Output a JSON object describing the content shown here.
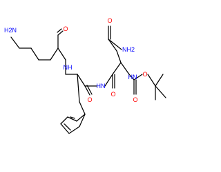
{
  "diagram": {
    "type": "chemical-structure",
    "colors": {
      "bond": "#000000",
      "oxygen": "#ff0000",
      "nitrogen": "#0000ff"
    },
    "atom_labels": {
      "amine_terminal": "H2N",
      "aldehyde_o": "O",
      "amine_nh_left": "NH",
      "amide_nh_mid": "HN",
      "carbonyl_o_phe": "O",
      "carbonyl_o_gln": "O",
      "amide_nh2_o": "O",
      "amide_nh2": "NH2",
      "carbamate_nh": "HN",
      "carbamate_o_ether": "O",
      "carbamate_o_carbonyl": "O"
    }
  }
}
